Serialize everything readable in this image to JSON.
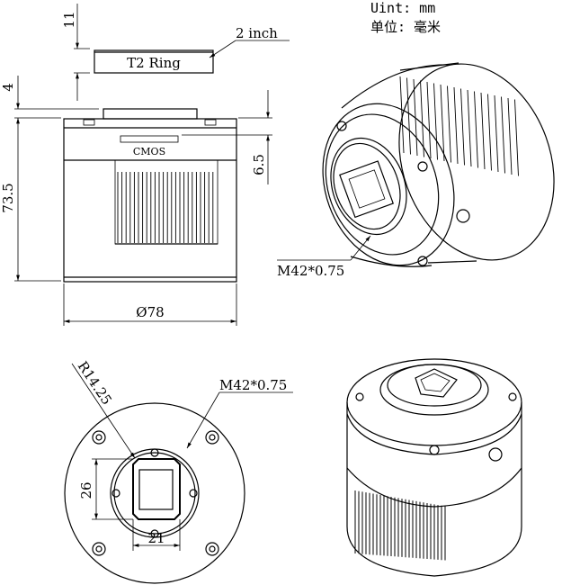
{
  "units": {
    "line1": "Uint: mm",
    "line2": "单位: 毫米"
  },
  "side_view": {
    "ring_label": "T2 Ring",
    "ring_thread": "2 inch",
    "dim_ring_height": "11",
    "dim_flange": "4",
    "dim_height": "73.5",
    "dim_sensor_depth": "6.5",
    "sensor_label": "CMOS",
    "dim_diameter": "Ø78"
  },
  "iso_top": {
    "thread_label": "M42*0.75"
  },
  "front_view": {
    "radius_label": "R14.25",
    "thread_label": "M42*0.75",
    "dim_sensor_h": "26",
    "dim_sensor_w": "21"
  }
}
